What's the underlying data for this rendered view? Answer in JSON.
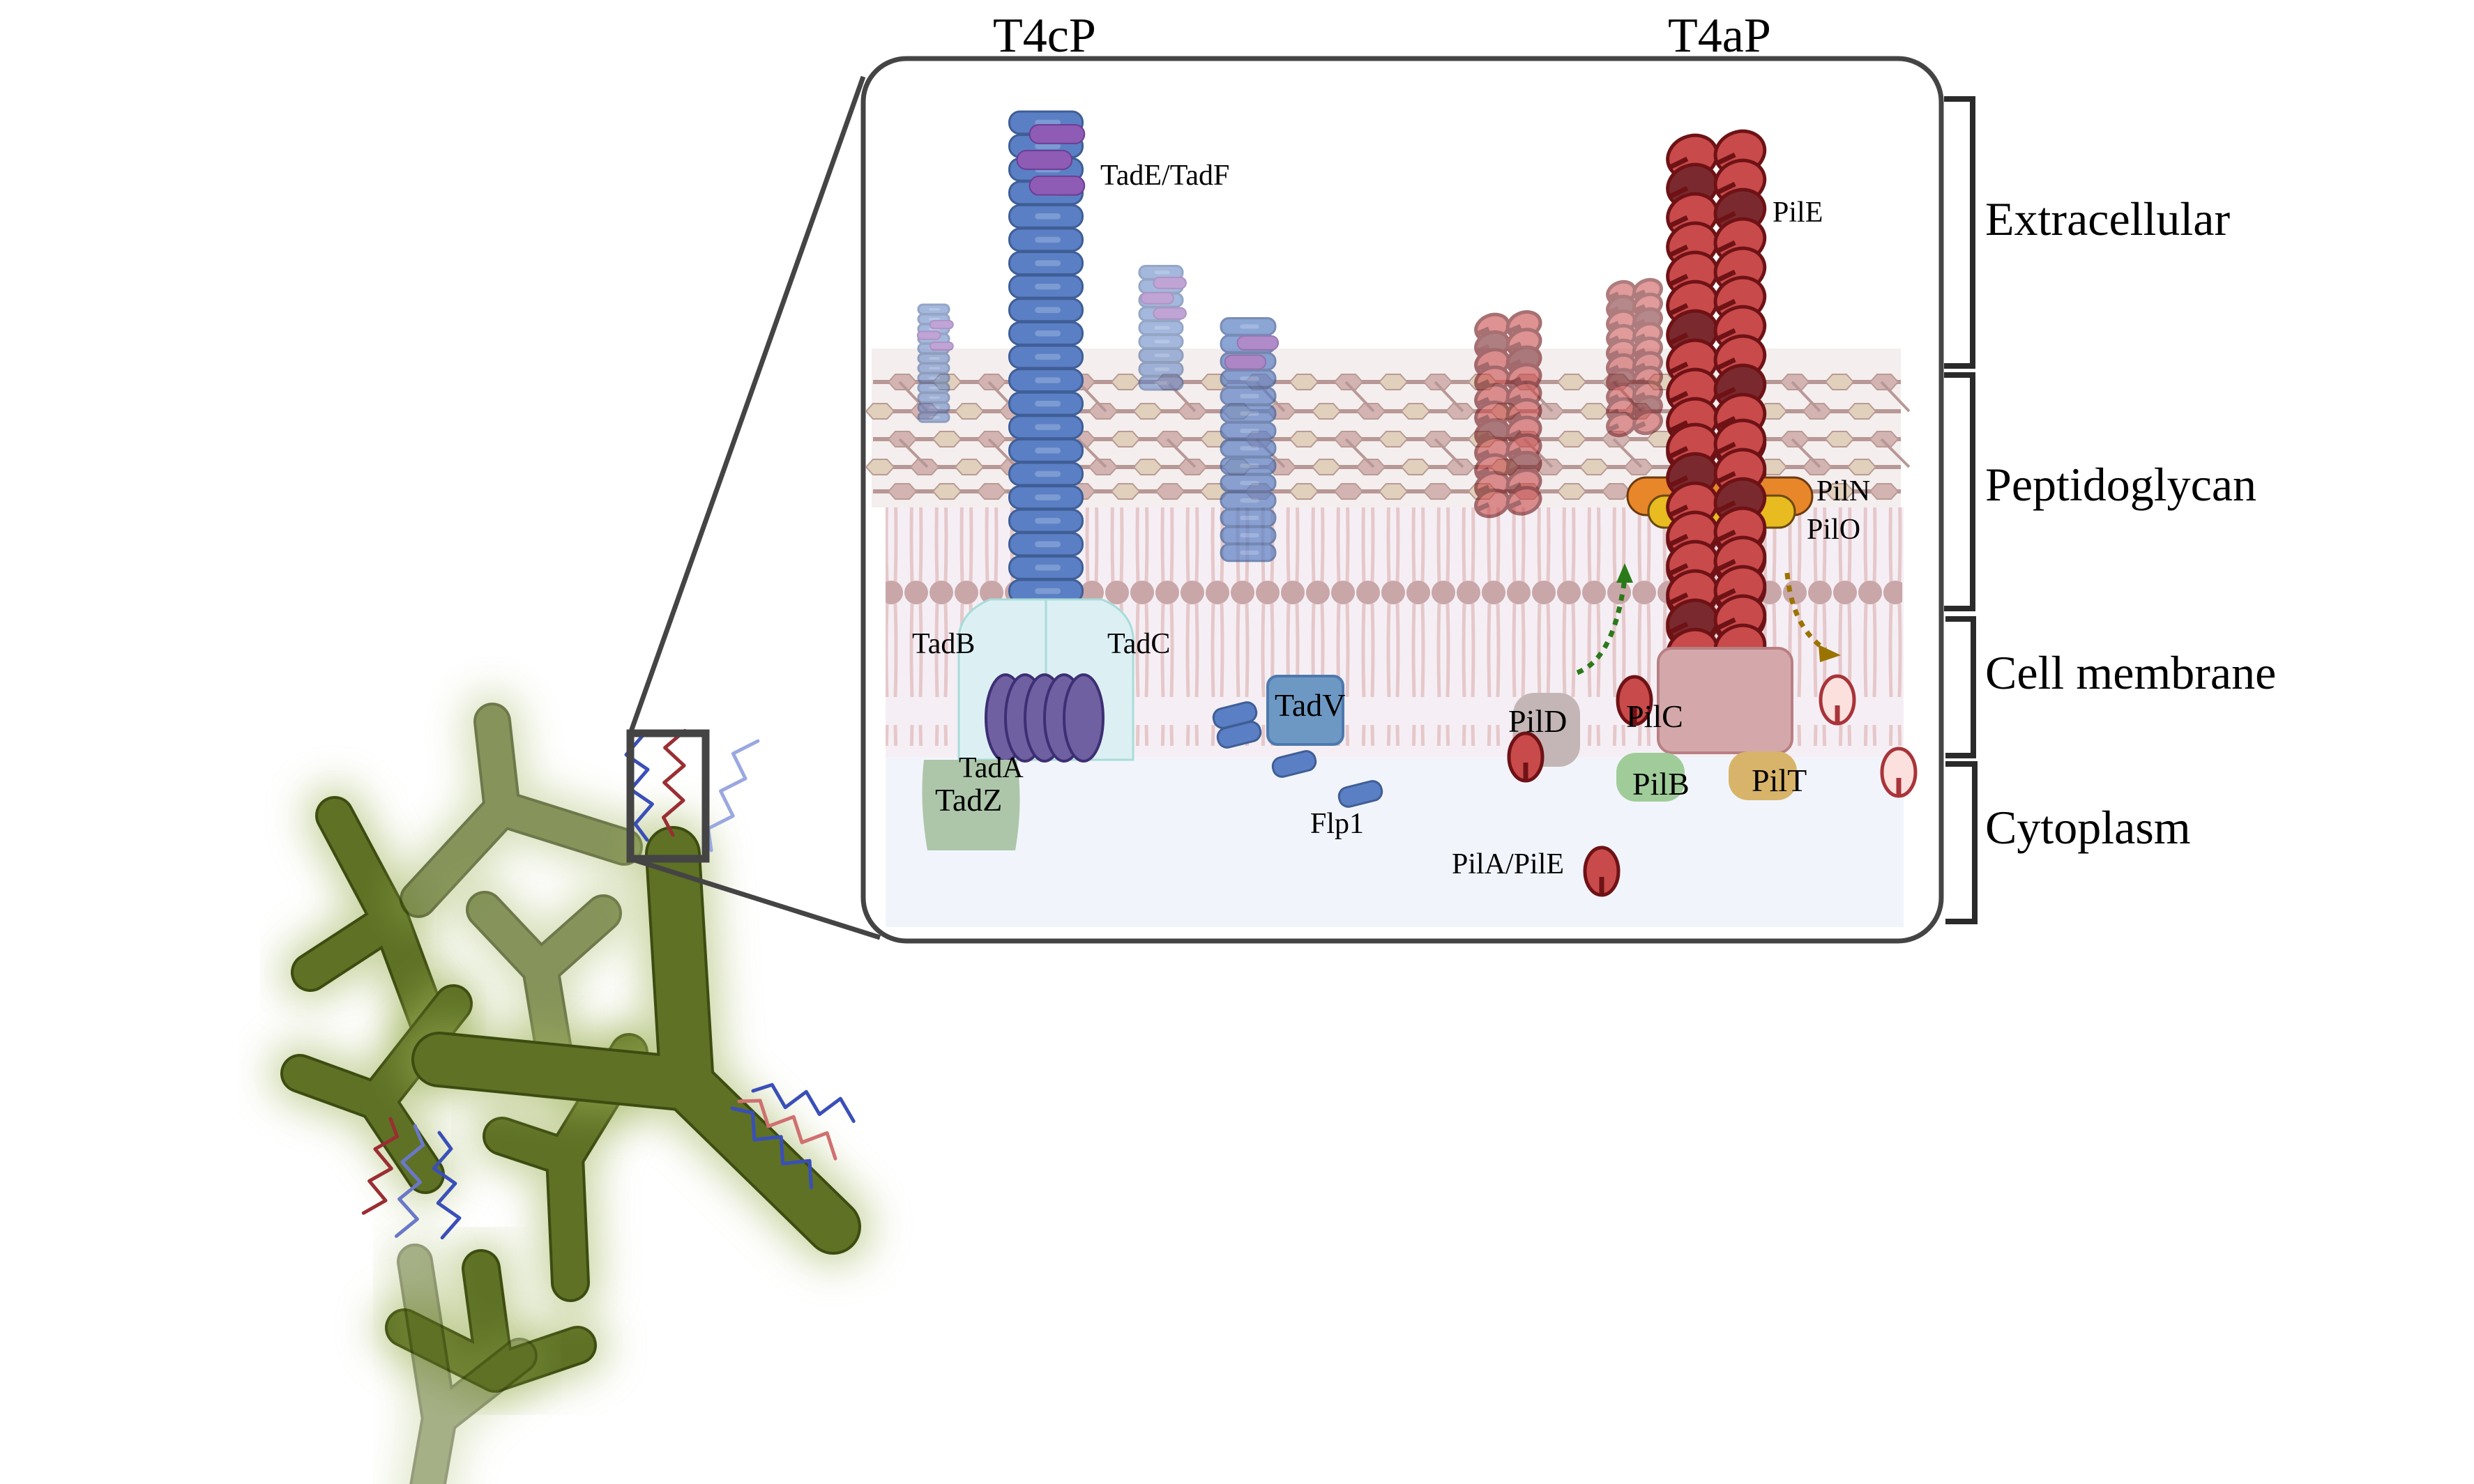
{
  "figure": {
    "pilus_types": [
      {
        "id": "t4cp",
        "label": "T4cP"
      },
      {
        "id": "t4ap",
        "label": "T4aP"
      }
    ],
    "compartments": [
      {
        "id": "extracellular",
        "label": "Extracellular"
      },
      {
        "id": "peptidoglycan",
        "label": "Peptidoglycan"
      },
      {
        "id": "cell-membrane",
        "label": "Cell membrane"
      },
      {
        "id": "cytoplasm",
        "label": "Cytoplasm"
      }
    ],
    "t4cp_proteins": {
      "minor_pilins": "TadE/TadF",
      "tadB": "TadB",
      "tadC": "TadC",
      "tadA": "TadA",
      "tadZ": "TadZ",
      "tadV": "TadV",
      "flp1": "Flp1"
    },
    "t4ap_proteins": {
      "major_pilin": "PilE",
      "pilN": "PilN",
      "pilO": "PilO",
      "pilD": "PilD",
      "pilC": "PilC",
      "pilB": "PilB",
      "pilT": "PilT",
      "prepilin": "PilA/PilE"
    },
    "colors": {
      "t4cp_pilin": "#5b7fc4",
      "t4cp_pilin_dark": "#3f5e96",
      "minor_pilin": "#8e5bb5",
      "t4ap_pilin": "#c94a4a",
      "t4ap_pilin_dark": "#6e1216",
      "bacterium": "#5e7125",
      "bacterium_outline": "#3d4c10",
      "peptidoglycan_bg": "#f4eeee",
      "membrane_bg": "#f5eff5",
      "cytoplasm_bg": "#f1f5fb",
      "panel_stroke": "#444444",
      "pilN": "#e8862a",
      "pilO": "#e8bb20",
      "pilB": "#a0cc9a",
      "pilT": "#d8b46a",
      "pilD": "#c4b6b6",
      "pilC": "#d4a8aa",
      "tadZ": "#adc6aa",
      "tadBC": "#dcf0f4",
      "tadA": "#6f60a2",
      "tadV": "#6e98c4",
      "arrow_assembly": "#2b7a1a",
      "arrow_retraction": "#9a7300"
    }
  }
}
